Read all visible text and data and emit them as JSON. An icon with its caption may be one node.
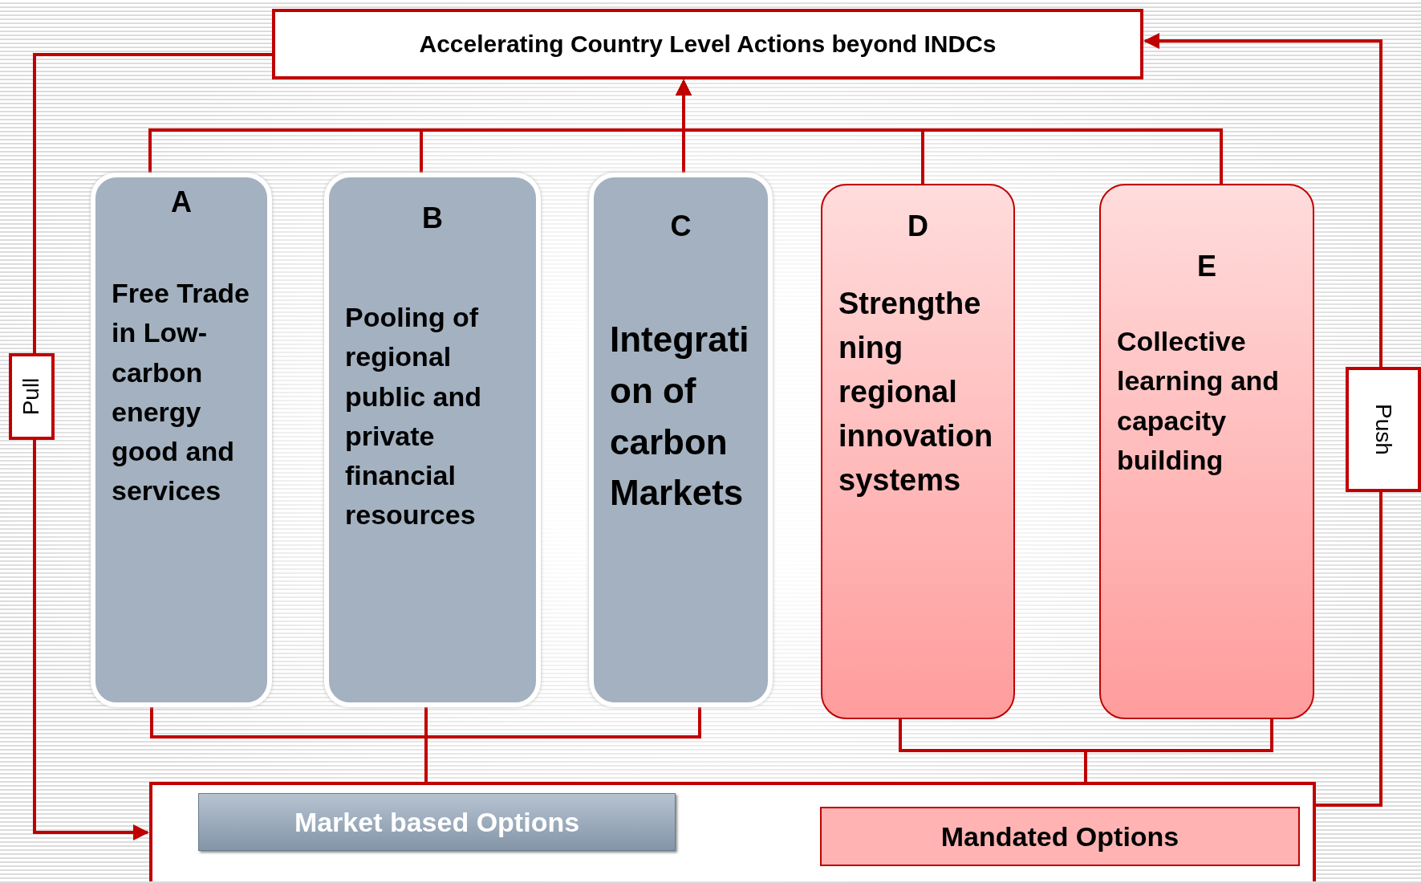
{
  "diagram": {
    "nodes": [
      {
        "text": [
          "Accelerating Country Level Actions beyond INDCs"
        ]
      },
      {
        "text": [
          "A",
          "Free Trade in Low-carbon energy good and services"
        ]
      },
      {
        "text": [
          "B",
          "Pooling of regional public and private financial resources"
        ]
      },
      {
        "text": [
          "C",
          "Integration of carbon Markets"
        ]
      },
      {
        "text": [
          "D",
          "Strengthening regional innovation systems"
        ]
      },
      {
        "text": [
          "E",
          "Collective learning and capacity building"
        ]
      },
      {
        "text": [],
        "shape": "box"
      },
      {
        "text": [
          "Market based Options"
        ],
        "in": 6
      },
      {
        "text": [
          "Mandated Options"
        ],
        "in": 6
      },
      {
        "text": [
          "Pull"
        ]
      },
      {
        "text": [
          "Push"
        ]
      }
    ],
    "edges": [
      {
        "from": 1,
        "to": 0,
        "arrow": "to"
      },
      {
        "from": 2,
        "to": 0,
        "arrow": "to"
      },
      {
        "from": 3,
        "to": 0,
        "arrow": "to"
      },
      {
        "from": 4,
        "to": 0,
        "arrow": "to"
      },
      {
        "from": 5,
        "to": 0,
        "arrow": "to"
      },
      {
        "from": 1,
        "to": 6,
        "arrow": "none"
      },
      {
        "from": 2,
        "to": 6,
        "arrow": "none"
      },
      {
        "from": 3,
        "to": 6,
        "arrow": "none"
      },
      {
        "from": 4,
        "to": 8,
        "arrow": "none"
      },
      {
        "from": 5,
        "to": 8,
        "arrow": "none"
      },
      {
        "from": 0,
        "to": 9,
        "arrow": "none"
      },
      {
        "from": 9,
        "to": 6,
        "arrow": "to"
      },
      {
        "from": 6,
        "to": 10,
        "arrow": "none"
      },
      {
        "from": 10,
        "to": 0,
        "arrow": "to"
      }
    ]
  }
}
